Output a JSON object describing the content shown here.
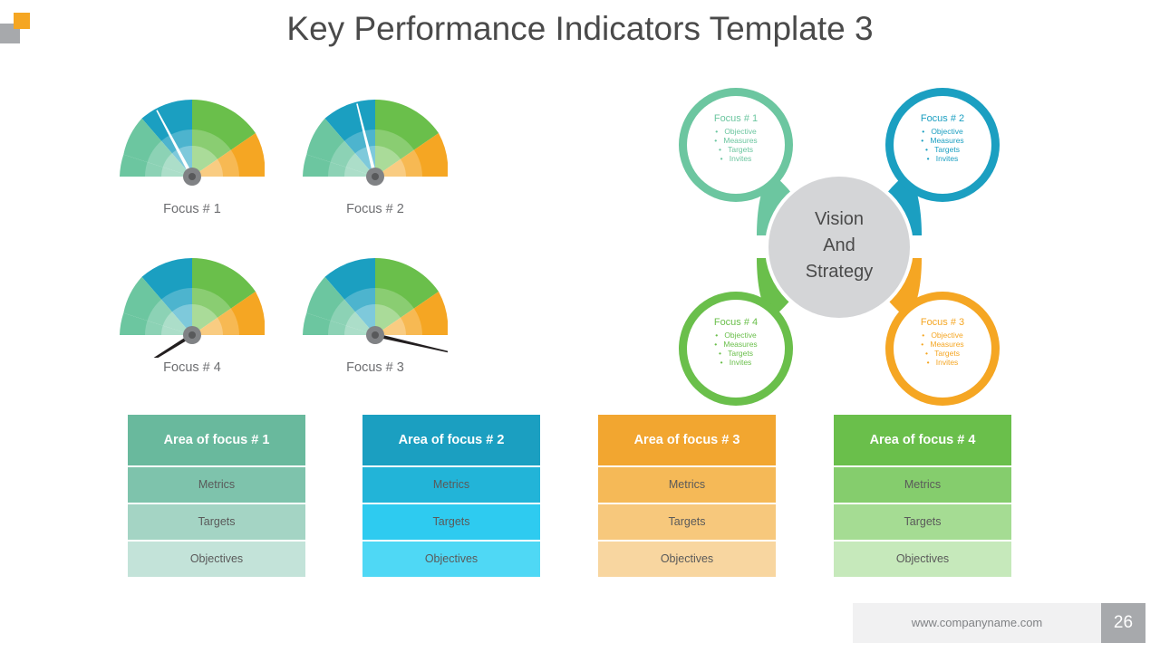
{
  "slide": {
    "title": "Key Performance Indicators Template 3",
    "page_number": "26",
    "website": "www.companyname.com"
  },
  "colors": {
    "teal": "#1b9fc1",
    "green_mid": "#6abf4b",
    "green_soft": "#6cc6a0",
    "orange": "#f5a623",
    "grey": "#a7a9ac",
    "cyan": "#27c3ef",
    "title": "#4a4a4a"
  },
  "gauges": [
    {
      "label": "Focus # 1",
      "needle_deg": -28
    },
    {
      "label": "Focus # 2",
      "needle_deg": -14
    },
    {
      "label": "Focus # 4",
      "needle_deg": -122
    },
    {
      "label": "Focus # 3",
      "needle_deg": -54
    }
  ],
  "petals": {
    "center_lines": [
      "Vision",
      "And",
      "Strategy"
    ],
    "items": [
      {
        "title": "Focus # 1",
        "bullets": [
          "Objective",
          "Measures",
          "Targets",
          "Invites"
        ],
        "color": "#6cc6a0"
      },
      {
        "title": "Focus # 2",
        "bullets": [
          "Objective",
          "Measures",
          "Targets",
          "Invites"
        ],
        "color": "#1b9fc1"
      },
      {
        "title": "Focus # 3",
        "bullets": [
          "Objective",
          "Measures",
          "Targets",
          "Invites"
        ],
        "color": "#f5a623"
      },
      {
        "title": "Focus # 4",
        "bullets": [
          "Objective",
          "Measures",
          "Targets",
          "Invites"
        ],
        "color": "#6abf4b"
      }
    ]
  },
  "tables": [
    {
      "header": "Area of focus # 1",
      "header_color": "#69b99d",
      "rows": [
        {
          "label": "Metrics",
          "color": "#7ec3ac"
        },
        {
          "label": "Targets",
          "color": "#a4d4c4"
        },
        {
          "label": "Objectives",
          "color": "#c3e3d9"
        }
      ]
    },
    {
      "header": "Area of focus # 2",
      "header_color": "#1b9fc1",
      "rows": [
        {
          "label": "Metrics",
          "color": "#22b4d8"
        },
        {
          "label": "Targets",
          "color": "#2ecbf0"
        },
        {
          "label": "Objectives",
          "color": "#4fd8f5"
        }
      ]
    },
    {
      "header": "Area of focus # 3",
      "header_color": "#f2a630",
      "rows": [
        {
          "label": "Metrics",
          "color": "#f5b957"
        },
        {
          "label": "Targets",
          "color": "#f7c87c"
        },
        {
          "label": "Objectives",
          "color": "#f8d6a0"
        }
      ]
    },
    {
      "header": "Area of focus # 4",
      "header_color": "#6abf4b",
      "rows": [
        {
          "label": "Metrics",
          "color": "#85cd6d"
        },
        {
          "label": "Targets",
          "color": "#a5dc93"
        },
        {
          "label": "Objectives",
          "color": "#c6e9bb"
        }
      ]
    }
  ]
}
